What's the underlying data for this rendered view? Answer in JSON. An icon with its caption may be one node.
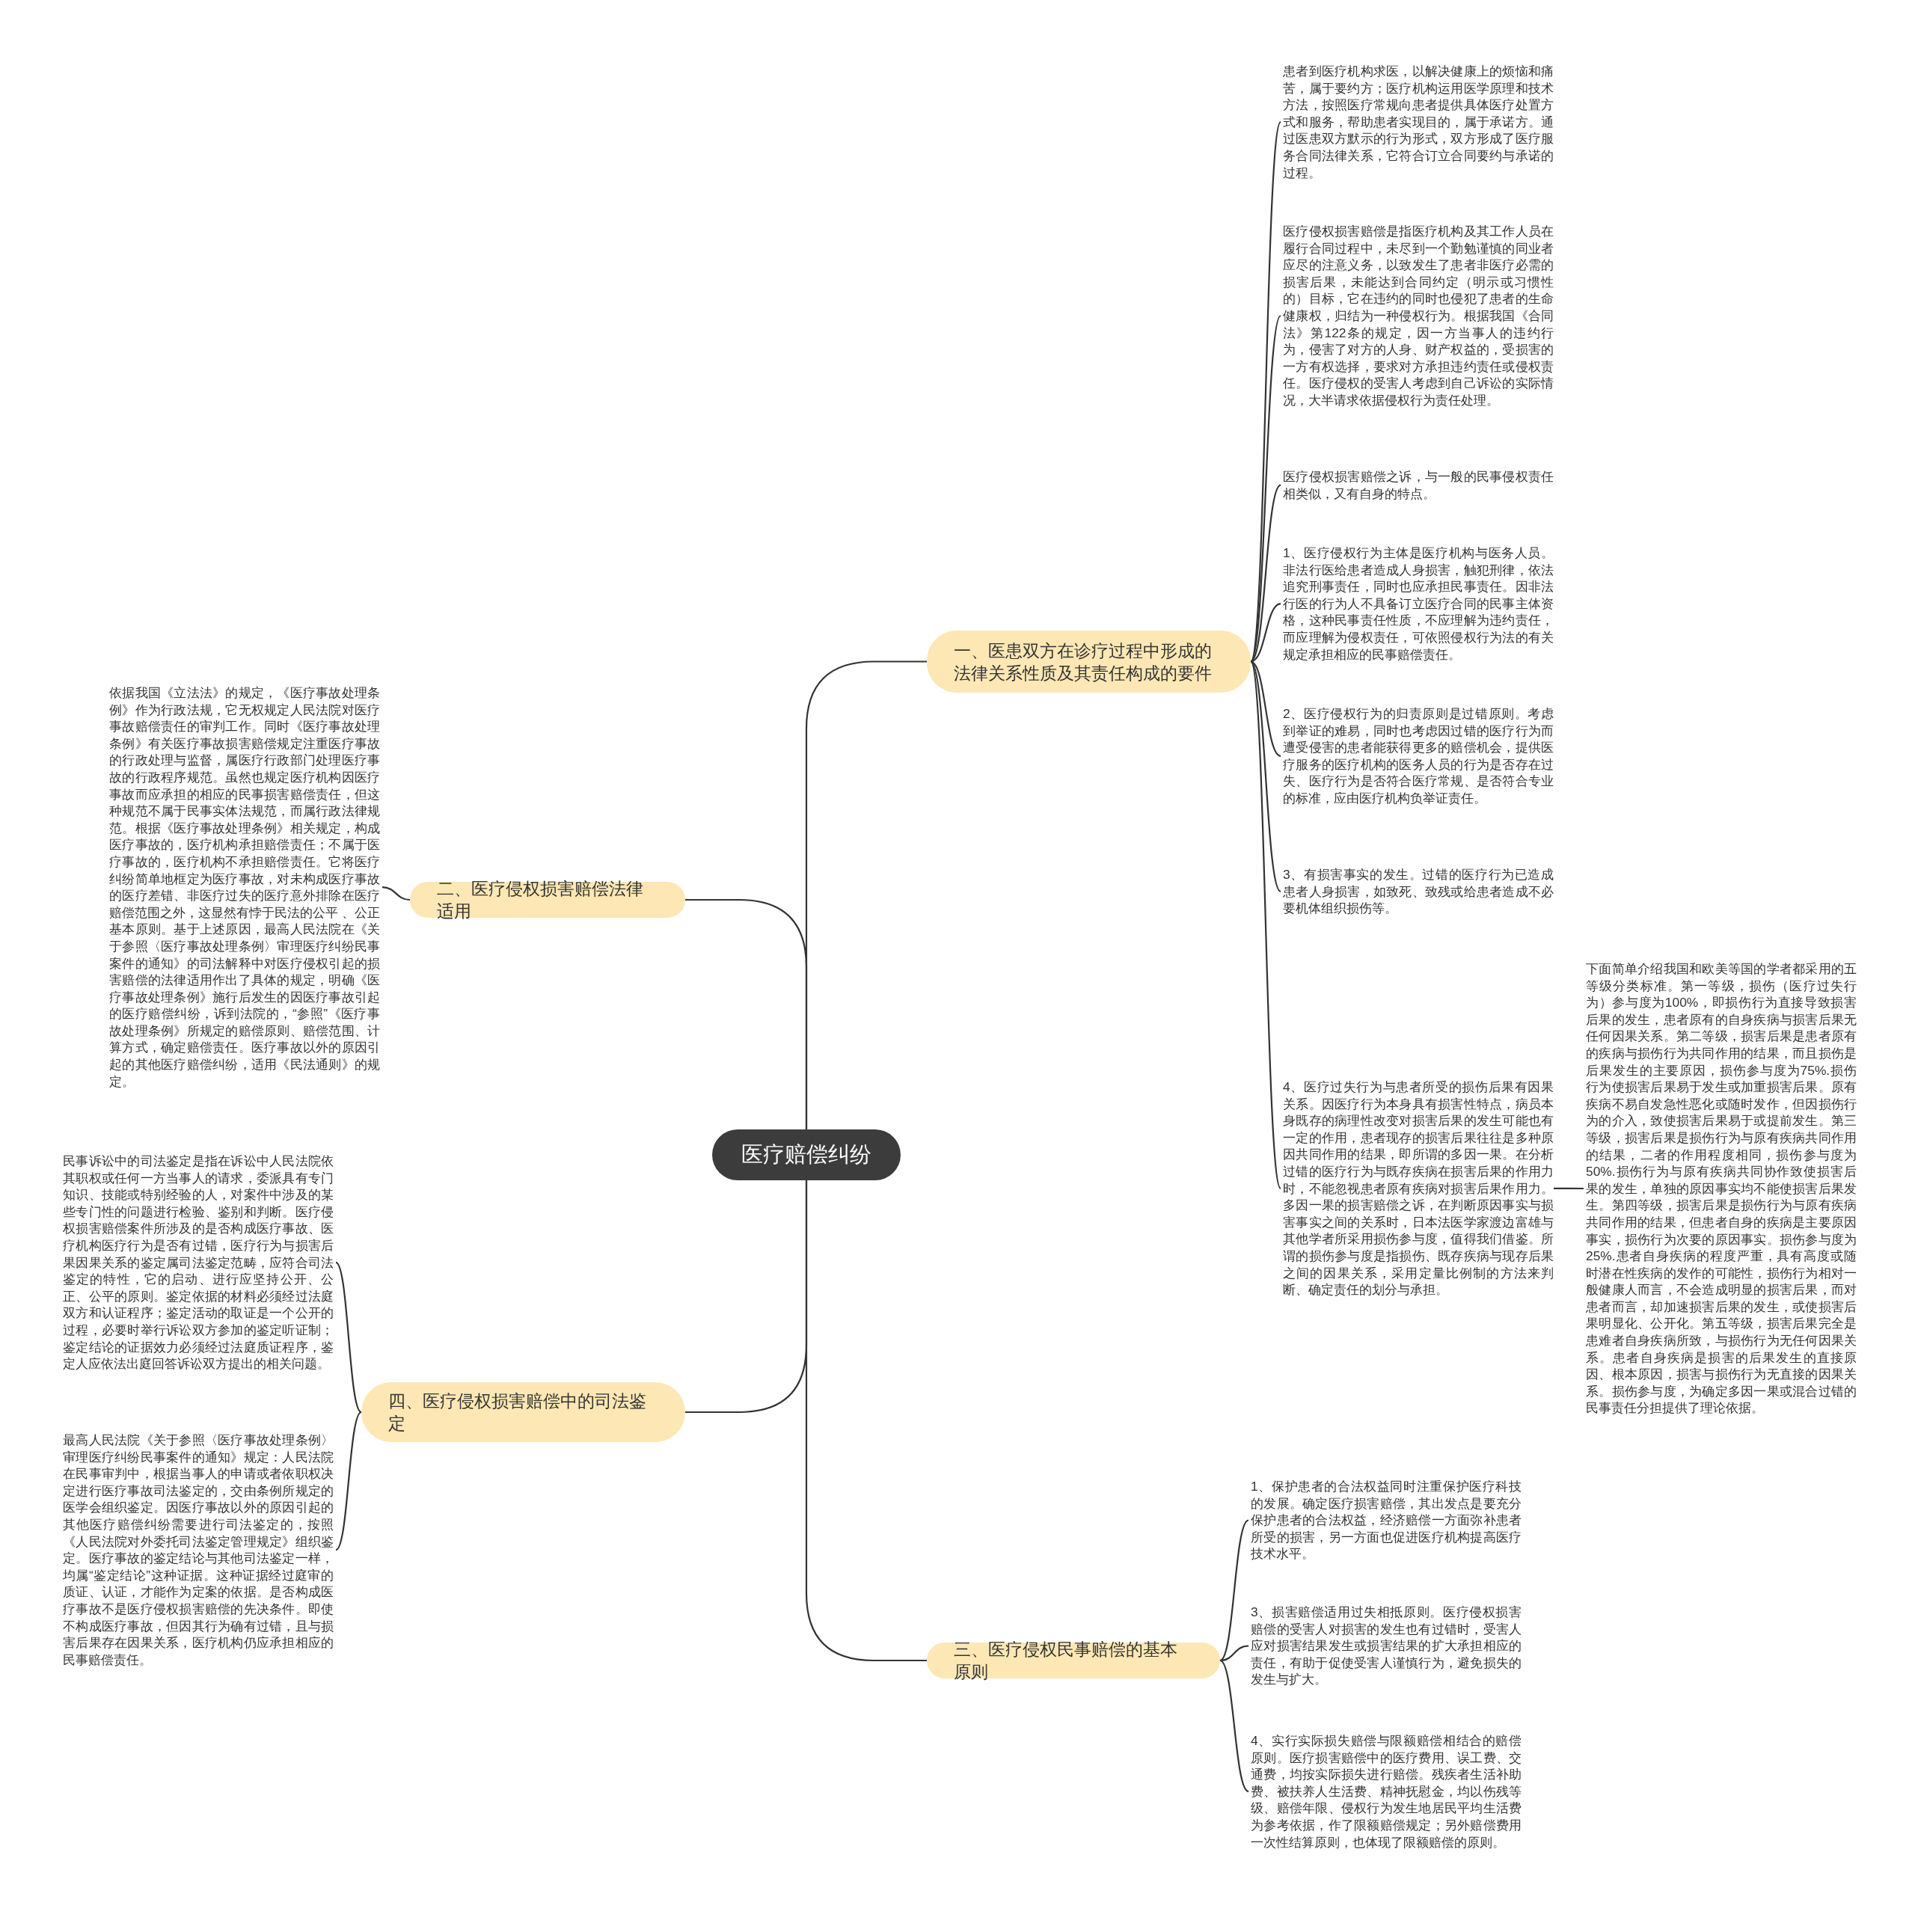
{
  "diagram": {
    "nodes": [
      {
        "text": [
          "医疗赔偿纠纷"
        ]
      },
      {
        "text": [
          "一、医患双方在诊疗过程中形成的法律关系性质及其责任构成的要件"
        ]
      },
      {
        "text": [
          "二、医疗侵权损害赔偿法律适用"
        ]
      },
      {
        "text": [
          "三、医疗侵权民事赔偿的基本原则"
        ]
      },
      {
        "text": [
          "四、医疗侵权损害赔偿中的司法鉴定"
        ]
      },
      {
        "text": [
          "患者到医疗机构求医，以解决健康上的烦恼和痛苦，属于要约方；医疗机构运用医学原理和技术方法，按照医疗常规向患者提供具体医疗处置方式和服务，帮助患者实现目的，属于承诺方。通过医患双方默示的行为形式，双方形成了医疗服务合同法律关系，它符合订立合同要约与承诺的过程。"
        ]
      },
      {
        "text": [
          "医疗侵权损害赔偿是指医疗机构及其工作人员在履行合同过程中，未尽到一个勤勉谨慎的同业者应尽的注意义务，以致发生了患者非医疗必需的损害后果，未能达到合同约定（明示或习惯性的）目标，它在违约的同时也侵犯了患者的生命健康权，归结为一种侵权行为。根据我国《合同法》第122条的规定，因一方当事人的违约行为，侵害了对方的人身、财产权益的，受损害的一方有权选择，要求对方承担违约责任或侵权责任。医疗侵权的受害人考虑到自己诉讼的实际情况，大半请求依据侵权行为责任处理。"
        ]
      },
      {
        "text": [
          "医疗侵权损害赔偿之诉，与一般的民事侵权责任相类似，又有自身的特点。"
        ]
      },
      {
        "text": [
          "1、医疗侵权行为主体是医疗机构与医务人员。非法行医给患者造成人身损害，触犯刑律，依法追究刑事责任，同时也应承担民事责任。因非法行医的行为人不具备订立医疗合同的民事主体资格，这种民事责任性质，不应理解为违约责任，而应理解为侵权责任，可依照侵权行为法的有关规定承担相应的民事赔偿责任。"
        ]
      },
      {
        "text": [
          "2、医疗侵权行为的归责原则是过错原则。考虑到举证的难易，同时也考虑因过错的医疗行为而遭受侵害的患者能获得更多的赔偿机会，提供医疗服务的医疗机构的医务人员的行为是否存在过失、医疗行为是否符合医疗常规、是否符合专业的标准，应由医疗机构负举证责任。"
        ]
      },
      {
        "text": [
          "3、有损害事实的发生。过错的医疗行为已造成患者人身损害，如致死、致残或给患者造成不必要机体组织损伤等。"
        ]
      },
      {
        "text": [
          "4、医疗过失行为与患者所受的损伤后果有因果关系。因医疗行为本身具有损害性特点，病员本身既存的病理性改变对损害后果的发生可能也有一定的作用，患者现存的损害后果往往是多种原因共同作用的结果，即所谓的多因一果。在分析过错的医疗行为与既存疾病在损害后果的作用力时，不能忽视患者原有疾病对损害后果作用力。多因一果的损害赔偿之诉，在判断原因事实与损害事实之间的关系时，日本法医学家渡边富雄与其他学者所采用损伤参与度，值得我们借鉴。所谓的损伤参与度是指损伤、既存疾病与现存后果之间的因果关系，采用定量比例制的方法来判断、确定责任的划分与承担。"
        ]
      },
      {
        "text": [
          "下面简单介绍我国和欧美等国的学者都采用的五等级分类标准。第一等级，损伤（医疗过失行为）参与度为100%，即损伤行为直接导致损害后果的发生，患者原有的自身疾病与损害后果无任何因果关系。第二等级，损害后果是患者原有的疾病与损伤行为共同作用的结果，而且损伤是后果发生的主要原因，损伤参与度为75%.损伤行为使损害后果易于发生或加重损害后果。原有疾病不易自发急性恶化或随时发作，但因损伤行为的介入，致使损害后果易于或提前发生。第三等级，损害后果是损伤行为与原有疾病共同作用的结果，二者的作用程度相同，损伤参与度为50%.损伤行为与原有疾病共同协作致使损害后果的发生，单独的原因事实均不能使损害后果发生。第四等级，损害后果是损伤行为与原有疾病共同作用的结果，但患者自身的疾病是主要原因事实，损伤行为次要的原因事实。损伤参与度为25%.患者自身疾病的程度严重，具有高度或随时潜在性疾病的发作的可能性，损伤行为相对一般健康人而言，不会造成明显的损害后果，而对患者而言，却加速损害后果的发生，或使损害后果明显化、公开化。第五等级，损害后果完全是患难者自身疾病所致，与损伤行为无任何因果关系。患者自身疾病是损害的后果发生的直接原因、根本原因，损害与损伤行为无直接的因果关系。损伤参与度，为确定多因一果或混合过错的民事责任分担提供了理论依据。"
        ]
      },
      {
        "text": [
          "依据我国《立法法》的规定，《医疗事故处理条例》作为行政法规，它无权规定人民法院对医疗事故赔偿责任的审判工作。同时《医疗事故处理条例》有关医疗事故损害赔偿规定注重医疗事故的行政处理与监督，属医疗行政部门处理医疗事故的行政程序规范。虽然也规定医疗机构因医疗事故而应承担的相应的民事损害赔偿责任，但这种规范不属于民事实体法规范，而属行政法律规范。根据《医疗事故处理条例》相关规定，构成医疗事故的，医疗机构承担赔偿责任；不属于医疗事故的，医疗机构不承担赔偿责任。它将医疗纠纷简单地框定为医疗事故，对未构成医疗事故的医疗差错、非医疗过失的医疗意外排除在医疗赔偿范围之外，这显然有悖于民法的公平 、公正基本原则。基于上述原因，最高人民法院在《关于参照〈医疗事故处理条例〉审理医疗纠纷民事案件的通知》的司法解释中对医疗侵权引起的损害赔偿的法律适用作出了具体的规定，明确《医疗事故处理条例》施行后发生的因医疗事故引起的医疗赔偿纠纷，诉到法院的，“参照”《医疗事故处理条例》所规定的赔偿原则、赔偿范围、计算方式，确定赔偿责任。医疗事故以外的原因引起的其他医疗赔偿纠纷，适用《民法通则》的规定。"
        ]
      },
      {
        "text": [
          "民事诉讼中的司法鉴定是指在诉讼中人民法院依其职权或任何一方当事人的请求，委派具有专门知识、技能或特别经验的人，对案件中涉及的某些专门性的问题进行检验、鉴别和判断。医疗侵权损害赔偿案件所涉及的是否构成医疗事故、医疗机构医疗行为是否有过错，医疗行为与损害后果因果关系的鉴定属司法鉴定范畴，应符合司法鉴定的特性，它的启动、进行应坚持公开、公正、公平的原则。鉴定依据的材料必须经过法庭双方和认证程序；鉴定活动的取证是一个公开的过程，必要时举行诉讼双方参加的鉴定听证制；鉴定结论的证据效力必须经过法庭质证程序，鉴定人应依法出庭回答诉讼双方提出的相关问题。"
        ]
      },
      {
        "text": [
          "最高人民法院《关于参照〈医疗事故处理条例〉审理医疗纠纷民事案件的通知》规定：人民法院在民事审判中，根据当事人的申请或者依职权决定进行医疗事故司法鉴定的，交由条例所规定的医学会组织鉴定。因医疗事故以外的原因引起的其他医疗赔偿纠纷需要进行司法鉴定的，按照《人民法院对外委托司法鉴定管理规定》组织鉴定。医疗事故的鉴定结论与其他司法鉴定一样，均属“鉴定结论”这种证据。这种证据经过庭审的质证、认证，才能作为定案的依据。是否构成医疗事故不是医疗侵权损害赔偿的先决条件。即使不构成医疗事故，但因其行为确有过错，且与损害后果存在因果关系，医疗机构仍应承担相应的民事赔偿责任。"
        ]
      },
      {
        "text": [
          "1、保护患者的合法权益同时注重保护医疗科技的发展。确定医疗损害赔偿，其出发点是要充分保护患者的合法权益，经济赔偿一方面弥补患者所受的损害，另一方面也促进医疗机构提高医疗技术水平。"
        ]
      },
      {
        "text": [
          "3、损害赔偿适用过失相抵原则。医疗侵权损害赔偿的受害人对损害的发生也有过错时，受害人应对损害结果发生或损害结果的扩大承担相应的责任，有助于促使受害人谨慎行为，避免损失的发生与扩大。"
        ]
      },
      {
        "text": [
          "4、实行实际损失赔偿与限额赔偿相结合的赔偿原则。医疗损害赔偿中的医疗费用、误工费、交通费，均按实际损失进行赔偿。残疾者生活补助费、被扶养人生活费、精神抚慰金，均以伤残等级、赔偿年限、侵权行为发生地居民平均生活费为参考依据，作了限额赔偿规定；另外赔偿费用一次性结算原则，也体现了限额赔偿的原则。"
        ]
      }
    ],
    "edges": [
      {
        "from": 0,
        "to": 1,
        "arrow": "none"
      },
      {
        "from": 0,
        "to": 2,
        "arrow": "none"
      },
      {
        "from": 0,
        "to": 3,
        "arrow": "none"
      },
      {
        "from": 0,
        "to": 4,
        "arrow": "none"
      },
      {
        "from": 1,
        "to": 5,
        "arrow": "none"
      },
      {
        "from": 1,
        "to": 6,
        "arrow": "none"
      },
      {
        "from": 1,
        "to": 7,
        "arrow": "none"
      },
      {
        "from": 1,
        "to": 8,
        "arrow": "none"
      },
      {
        "from": 1,
        "to": 9,
        "arrow": "none"
      },
      {
        "from": 1,
        "to": 10,
        "arrow": "none"
      },
      {
        "from": 1,
        "to": 11,
        "arrow": "none"
      },
      {
        "from": 11,
        "to": 12,
        "arrow": "none"
      },
      {
        "from": 2,
        "to": 13,
        "arrow": "none"
      },
      {
        "from": 4,
        "to": 14,
        "arrow": "none"
      },
      {
        "from": 4,
        "to": 15,
        "arrow": "none"
      },
      {
        "from": 3,
        "to": 16,
        "arrow": "none"
      },
      {
        "from": 3,
        "to": 17,
        "arrow": "none"
      },
      {
        "from": 3,
        "to": 18,
        "arrow": "none"
      }
    ]
  }
}
